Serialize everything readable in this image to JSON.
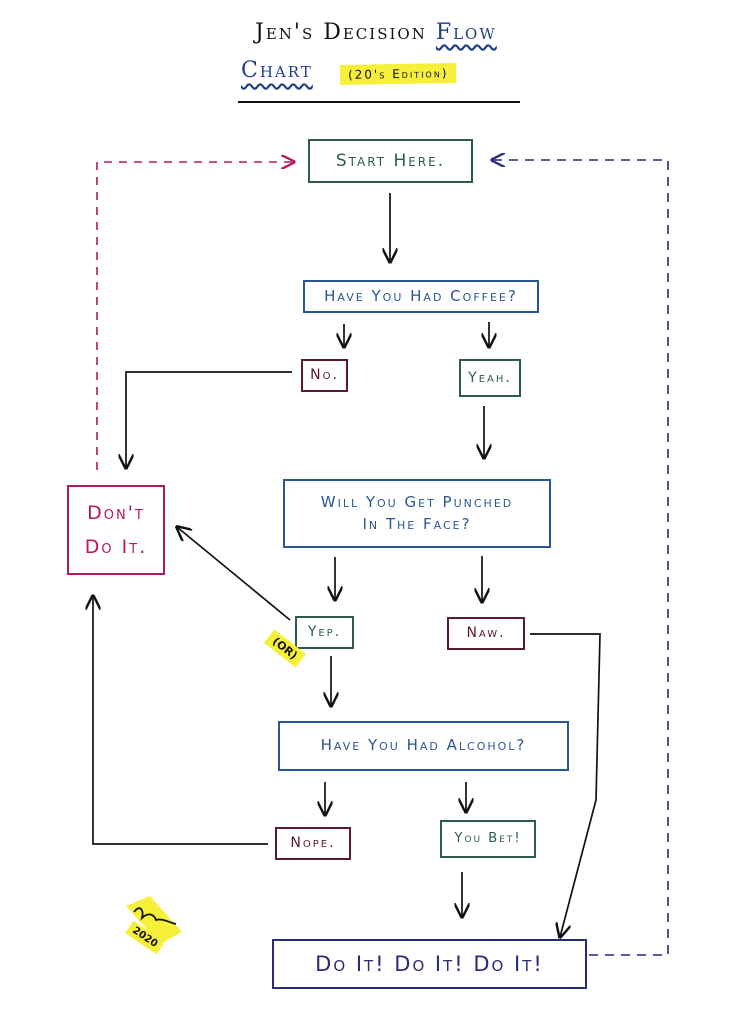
{
  "title": {
    "line1_main": "Jen's Decision",
    "line1_flow": "Flow",
    "line2": "Chart",
    "edition": "(20's Edition)"
  },
  "nodes": {
    "start": "Start Here.",
    "coffee_question": "Have You Had Coffee?",
    "coffee_no": "No.",
    "coffee_yes": "Yeah.",
    "punch_question_line1": "Will You Get Punched",
    "punch_question_line2": "In The Face?",
    "dont": "Don't",
    "dont_line2": "Do It.",
    "punch_yes": "Yep.",
    "punch_no": "Naw.",
    "or_note": "(OR)",
    "alcohol_question": "Have You Had Alcohol?",
    "alcohol_no": "Nope.",
    "alcohol_yes": "You Bet!",
    "doit": "Do It! Do It! Do It!"
  },
  "signature": {
    "year": "2020"
  },
  "colors": {
    "green": "#2d5c4f",
    "blue": "#2a5794",
    "brown": "#5a1a2a",
    "magenta": "#b4195f",
    "navy": "#2a2a78",
    "highlighter": "#f6f03a"
  }
}
